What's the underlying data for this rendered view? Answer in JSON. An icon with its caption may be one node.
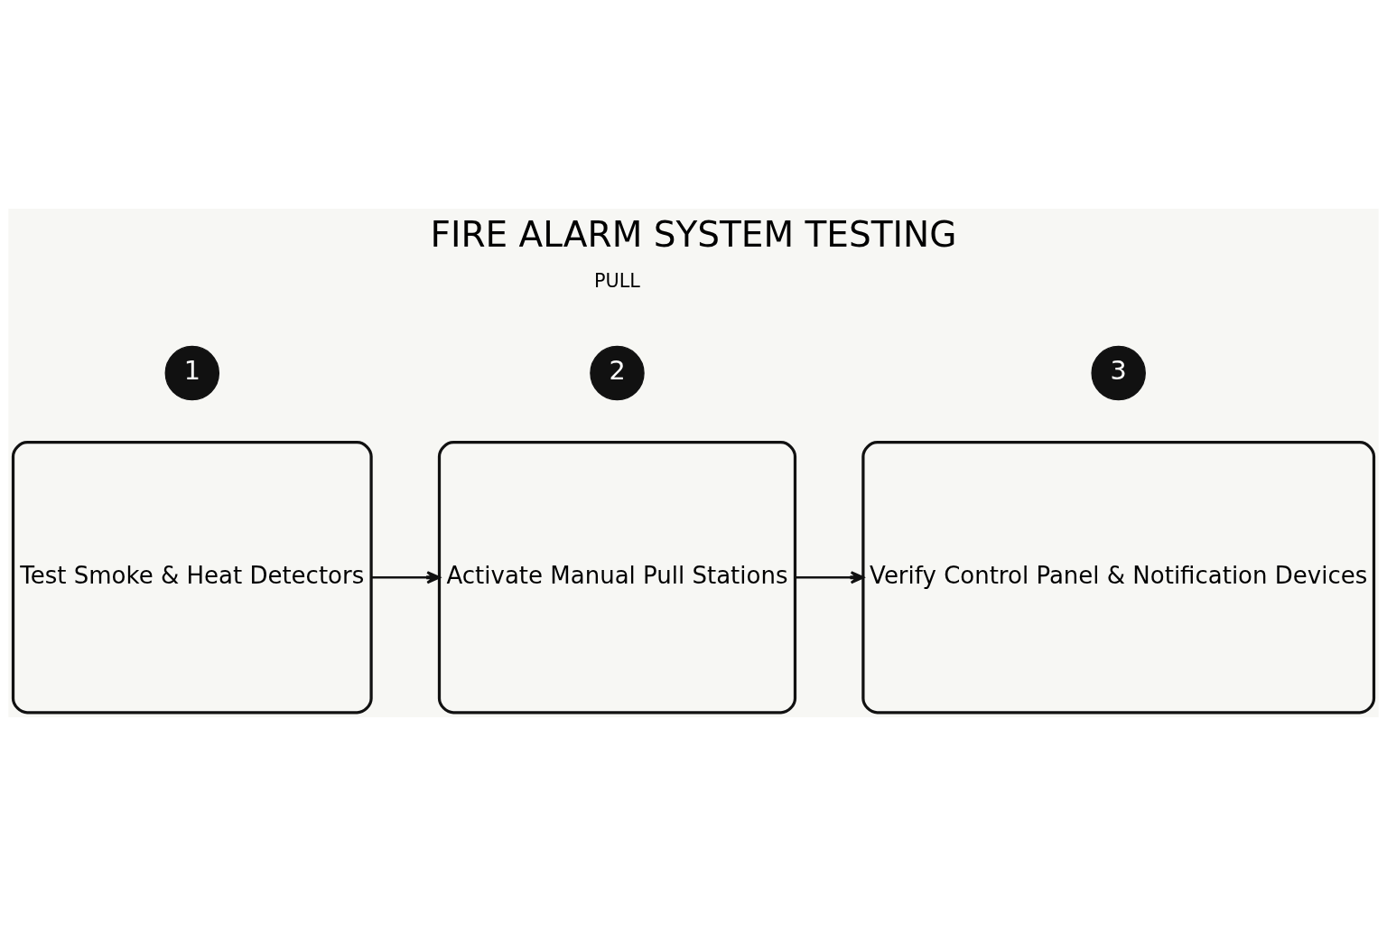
{
  "diagram": {
    "title": "FIRE ALARM SYSTEM TESTING",
    "nodes": [
      {
        "text": [
          "Test Smoke & Heat Detectors"
        ]
      },
      {
        "text": [
          "Activate Manual Pull Stations"
        ]
      },
      {
        "text": [
          "Verify Control Panel & Notification Devices"
        ]
      },
      {
        "text": [
          "1"
        ]
      },
      {
        "text": [
          "2"
        ]
      },
      {
        "text": [
          "3"
        ]
      }
    ],
    "edges": [
      {
        "from": 0,
        "to": 1,
        "arrow": "to"
      },
      {
        "from": 1,
        "to": 2,
        "arrow": "to"
      }
    ],
    "labels": [
      "PULL"
    ]
  }
}
